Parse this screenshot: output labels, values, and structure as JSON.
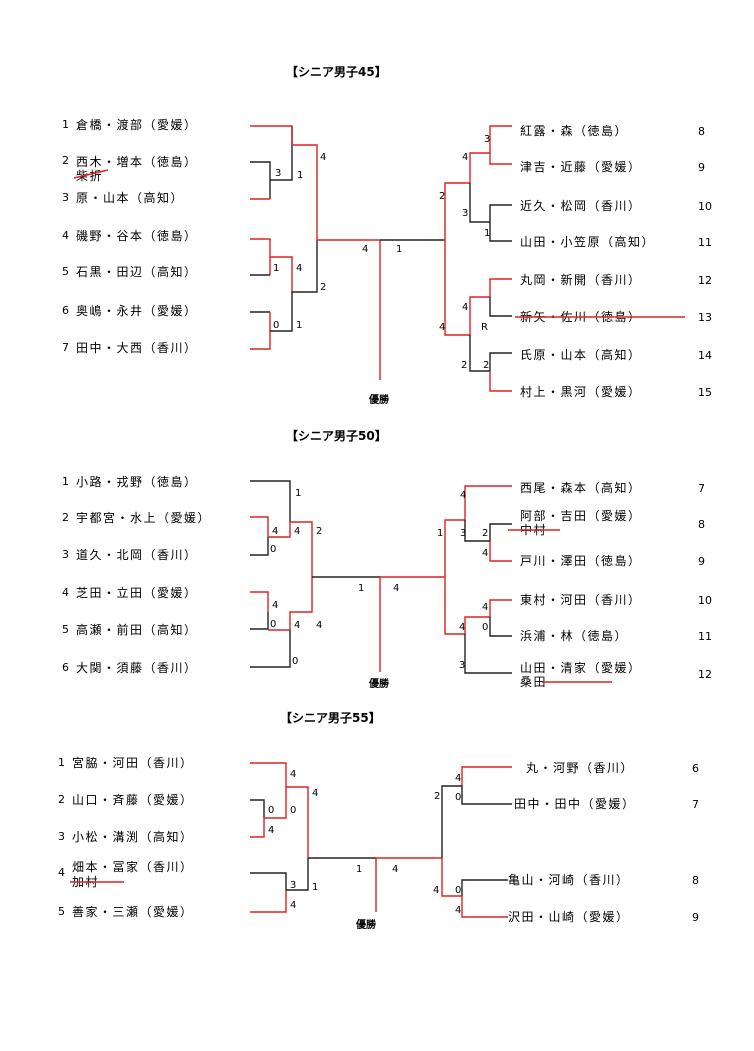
{
  "brackets": [
    {
      "title": "【シニア男子45】",
      "winner_label": "優勝",
      "left": [
        {
          "seed": "1",
          "name": "倉橋・渡部（愛媛）"
        },
        {
          "seed": "2",
          "name": "西木・増本（徳島）",
          "note": "柴折"
        },
        {
          "seed": "3",
          "name": "原・山本（高知）"
        },
        {
          "seed": "4",
          "name": "磯野・谷本（徳島）"
        },
        {
          "seed": "5",
          "name": "石黒・田辺（高知）"
        },
        {
          "seed": "6",
          "name": "奥嶋・永井（愛媛）"
        },
        {
          "seed": "7",
          "name": "田中・大西（香川）"
        }
      ],
      "right": [
        {
          "seed": "8",
          "name": "紅露・森（徳島）"
        },
        {
          "seed": "9",
          "name": "津吉・近藤（愛媛）"
        },
        {
          "seed": "10",
          "name": "近久・松岡（香川）"
        },
        {
          "seed": "11",
          "name": "山田・小笠原（高知）"
        },
        {
          "seed": "12",
          "name": "丸岡・新開（香川）"
        },
        {
          "seed": "13",
          "name": "新矢・佐川（徳島）"
        },
        {
          "seed": "14",
          "name": "氏原・山本（高知）"
        },
        {
          "seed": "15",
          "name": "村上・黒河（愛媛）"
        }
      ],
      "scores": [
        "3",
        "1",
        "4",
        "2",
        "1",
        "4",
        "0",
        "1",
        "4",
        "1",
        "3",
        "4",
        "3",
        "1",
        "2",
        "4",
        "R",
        "4",
        "2",
        "2"
      ]
    },
    {
      "title": "【シニア男子50】",
      "winner_label": "優勝",
      "left": [
        {
          "seed": "1",
          "name": "小路・戎野（徳島）"
        },
        {
          "seed": "2",
          "name": "宇都宮・水上（愛媛）"
        },
        {
          "seed": "3",
          "name": "道久・北岡（香川）"
        },
        {
          "seed": "4",
          "name": "芝田・立田（愛媛）"
        },
        {
          "seed": "5",
          "name": "高瀬・前田（高知）"
        },
        {
          "seed": "6",
          "name": "大関・須藤（香川）"
        }
      ],
      "right": [
        {
          "seed": "7",
          "name": "西尾・森本（高知）"
        },
        {
          "seed": "8",
          "name": "阿部・吉田（愛媛）",
          "note": "中村"
        },
        {
          "seed": "9",
          "name": "戸川・澤田（徳島）"
        },
        {
          "seed": "10",
          "name": "東村・河田（香川）"
        },
        {
          "seed": "11",
          "name": "浜浦・林（徳島）"
        },
        {
          "seed": "12",
          "name": "山田・清家（愛媛）",
          "note": "桑田"
        }
      ],
      "scores": [
        "1",
        "4",
        "0",
        "4",
        "2",
        "4",
        "0",
        "4",
        "0",
        "4",
        "1",
        "4",
        "1",
        "3",
        "4",
        "2",
        "4",
        "4",
        "0",
        "3",
        "4"
      ]
    },
    {
      "title": "【シニア男子55】",
      "winner_label": "優勝",
      "left": [
        {
          "seed": "1",
          "name": "宮脇・河田（香川）"
        },
        {
          "seed": "2",
          "name": "山口・斉藤（愛媛）"
        },
        {
          "seed": "3",
          "name": "小松・溝渕（高知）"
        },
        {
          "seed": "4",
          "name": "畑本・冨家（香川）",
          "note": "加村"
        },
        {
          "seed": "5",
          "name": "善家・三瀬（愛媛）"
        }
      ],
      "right": [
        {
          "seed": "6",
          "name": "丸・河野（香川）"
        },
        {
          "seed": "7",
          "name": "田中・田中（愛媛）"
        },
        {
          "seed": "8",
          "name": "亀山・河崎（香川）"
        },
        {
          "seed": "9",
          "name": "沢田・山崎（愛媛）"
        }
      ],
      "scores": [
        "4",
        "0",
        "0",
        "4",
        "4",
        "3",
        "4",
        "1",
        "1",
        "4",
        "4",
        "0",
        "2",
        "0",
        "4",
        "4"
      ]
    }
  ]
}
